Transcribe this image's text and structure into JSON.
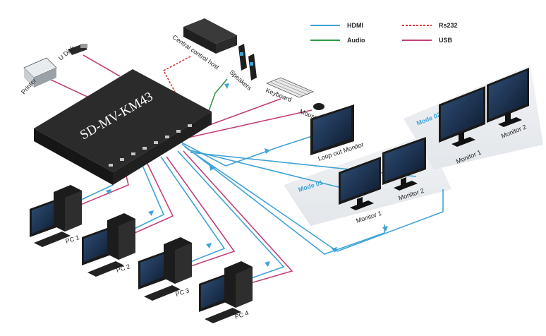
{
  "device": {
    "name": "SD-MV-KM43"
  },
  "legend": {
    "hdmi": "HDMI",
    "audio": "Audio",
    "rs232": "Rs232",
    "usb": "USB",
    "colors": {
      "hdmi": "#3fa3d6",
      "audio": "#2e9a48",
      "rs232": "#d83a3a",
      "usb": "#c2407a"
    }
  },
  "peripherals": {
    "udisk": "U Disk",
    "printer": "Printer",
    "central_host": "Central control host",
    "speakers": "Speakers",
    "keyboard": "Keyboard",
    "mouse": "Mouse",
    "loop_out": "Loop out Monitor"
  },
  "pcs": [
    "PC 1",
    "PC 2",
    "PC 3",
    "PC 4"
  ],
  "modes": {
    "mode01": {
      "label": "Mode 01",
      "monitors": [
        "Monitor 1",
        "Monitor 2"
      ]
    },
    "mode02": {
      "label": "Mode 02",
      "monitors": [
        "Monitor 1",
        "Monitor 2"
      ]
    }
  }
}
